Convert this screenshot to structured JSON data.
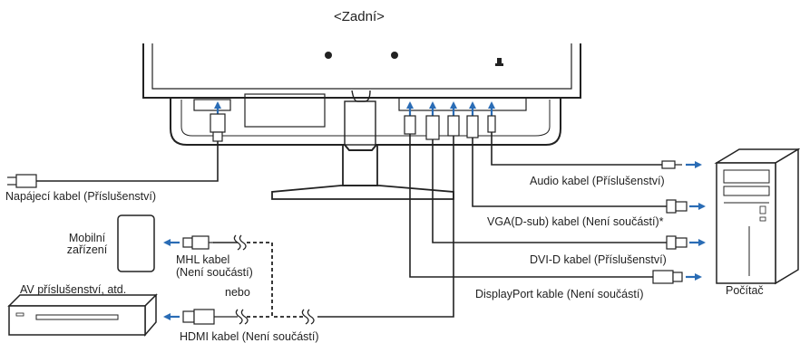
{
  "title": "<Zadní>",
  "labels": {
    "power_cable": "Napájecí kabel (Příslušenství)",
    "audio_cable": "Audio kabel (Příslušenství)",
    "vga_cable": "VGA(D-sub) kabel (Není součástí)*",
    "dvi_cable": "DVI-D kabel (Příslušenství)",
    "displayport_cable": "DisplayPort kable (Není součástí)",
    "computer": "Počítač",
    "mobile_line1": "Mobilní",
    "mobile_line2": "zařízení",
    "mhl_line1": "MHL kabel",
    "mhl_line2": "(Není součástí)",
    "or": "nebo",
    "av_device": "AV příslušenství, atd.",
    "hdmi_cable": "HDMI kabel (Není součástí)"
  },
  "colors": {
    "line": "#222222",
    "arrow": "#2a6cb5",
    "gray": "#bdbdbd"
  },
  "icons": [
    "arrow-up-icon",
    "arrow-right-icon",
    "arrow-left-icon",
    "power-plug-icon",
    "hdmi-plug-icon",
    "mhl-plug-icon",
    "vga-plug-icon",
    "dvi-plug-icon",
    "displayport-plug-icon",
    "audio-plug-icon",
    "computer-tower-icon",
    "mobile-device-icon",
    "av-device-icon",
    "kensington-lock-icon"
  ]
}
